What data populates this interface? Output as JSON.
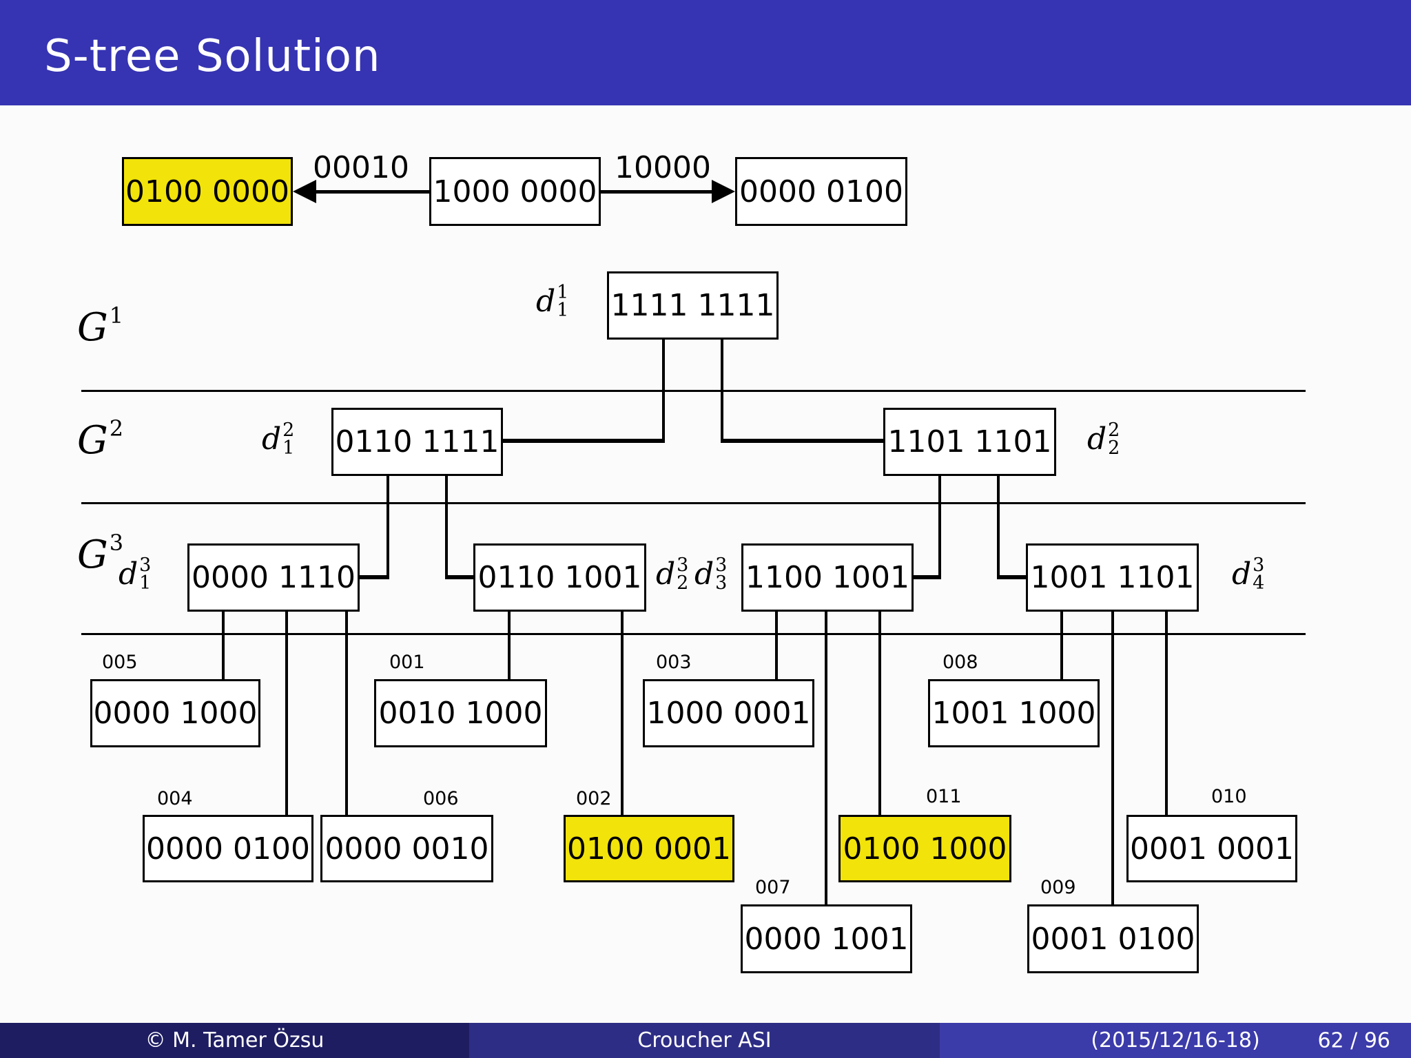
{
  "title": "S-tree Solution",
  "colors": {
    "title-bar": "#3634b2",
    "highlight": "#f2e30a",
    "footer-left": "#1e1d62",
    "footer-mid": "#2e2d85",
    "footer-right": "#3c3baa"
  },
  "top_chain": {
    "result": {
      "value": "0100 0000"
    },
    "query": {
      "value": "1000 0000"
    },
    "right": {
      "value": "0000 0100"
    },
    "left_label": "00010",
    "right_label": "10000"
  },
  "levels": [
    {
      "base": "G",
      "sup": "1"
    },
    {
      "base": "G",
      "sup": "2"
    },
    {
      "base": "G",
      "sup": "3"
    }
  ],
  "tree": {
    "root": {
      "value": "1111 1111",
      "label": {
        "base": "d",
        "sup": "1",
        "sub": "1"
      }
    },
    "g2": [
      {
        "value": "0110 1111",
        "label": {
          "base": "d",
          "sup": "2",
          "sub": "1"
        }
      },
      {
        "value": "1101 1101",
        "label": {
          "base": "d",
          "sup": "2",
          "sub": "2"
        }
      }
    ],
    "g3": [
      {
        "value": "0000 1110",
        "label": {
          "base": "d",
          "sup": "3",
          "sub": "1"
        }
      },
      {
        "value": "0110 1001"
      },
      {
        "value": "1100 1001"
      },
      {
        "value": "1001 1101",
        "label": {
          "base": "d",
          "sup": "3",
          "sub": "4"
        }
      }
    ],
    "g3_mid_labels": [
      {
        "base": "d",
        "sup": "3",
        "sub": "2"
      },
      {
        "base": "d",
        "sup": "3",
        "sub": "3"
      }
    ],
    "leaves": [
      {
        "tag": "005",
        "value": "0000 1000",
        "highlight": false
      },
      {
        "tag": "001",
        "value": "0010 1000",
        "highlight": false
      },
      {
        "tag": "003",
        "value": "1000 0001",
        "highlight": false
      },
      {
        "tag": "008",
        "value": "1001 1000",
        "highlight": false
      },
      {
        "tag": "004",
        "value": "0000 0100",
        "highlight": false
      },
      {
        "tag": "006",
        "value": "0000 0010",
        "highlight": false
      },
      {
        "tag": "002",
        "value": "0100 0001",
        "highlight": true
      },
      {
        "tag": "011",
        "value": "0100 1000",
        "highlight": true
      },
      {
        "tag": "010",
        "value": "0001 0001",
        "highlight": false
      },
      {
        "tag": "007",
        "value": "0000 1001",
        "highlight": false
      },
      {
        "tag": "009",
        "value": "0001 0100",
        "highlight": false
      }
    ]
  },
  "footer": {
    "copyright": "© M. Tamer Özsu",
    "conference": "Croucher ASI",
    "date": "(2015/12/16-18)",
    "page": "62 / 96"
  }
}
